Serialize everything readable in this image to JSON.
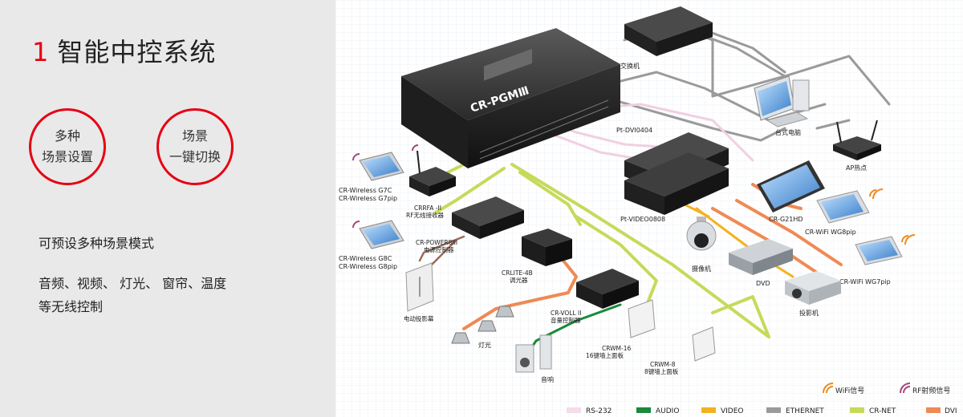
{
  "heading": {
    "number": "1",
    "text": "智能中控系统"
  },
  "features": [
    {
      "line1": "多种",
      "line2": "场景设置"
    },
    {
      "line1": "场景",
      "line2": "一键切换"
    }
  ],
  "description": {
    "line1": "可预设多种场景模式",
    "line2": "音频、视频、 灯光、 窗帘、温度",
    "line3": "等无线控制"
  },
  "devices": {
    "main_unit": "CR-PGMⅢ",
    "switch": "交换机",
    "desktop": "台式电脑",
    "ap": "AP热点",
    "dvi_matrix": "Pt-DVI0404",
    "video_matrix": "Pt-VIDEO0808",
    "g21hd": "CR-G21HD",
    "wifi_wg8pip": "CR-WiFi WG8pip",
    "wifi_wg7pip": "CR-WiFi WG7pip",
    "camera": "摄像机",
    "dvd": "DVD",
    "projector": "投影机",
    "wireless_g7c_1": "CR-Wireless G7C",
    "wireless_g7c_2": "CR-Wireless G7pip",
    "rf_receiver_1": "CRRFA -II",
    "rf_receiver_2": "RF无线接收器",
    "wireless_g8c_1": "CR-Wireless G8C",
    "wireless_g8c_2": "CR-Wireless G8pip",
    "power_1": "CR-POWER8III",
    "power_2": "电源控制器",
    "dimmer_1": "CRLITE-4B",
    "dimmer_2": "调光器",
    "screen": "电动投影幕",
    "volume_1": "CR-VOLL II",
    "volume_2": "音量控制器",
    "lights": "灯光",
    "speakers": "音响",
    "crwm16_1": "CRWM-16",
    "crwm16_2": "16键墙上面板",
    "crwm8_1": "CRWM-8",
    "crwm8_2": "8键墙上面板"
  },
  "signals": {
    "wifi": "WiFi信号",
    "rf": "RF射频信号"
  },
  "legend": [
    {
      "label": "RS-232",
      "color": "#f4dcea"
    },
    {
      "label": "AUDIO",
      "color": "#1a8a3a"
    },
    {
      "label": "VIDEO",
      "color": "#f3b21d"
    },
    {
      "label": "ETHERNET",
      "color": "#9a9a9a"
    },
    {
      "label": "CR-NET",
      "color": "#c6da5a"
    },
    {
      "label": "DVI",
      "color": "#ef8a55"
    }
  ],
  "colors": {
    "accent": "#e60012",
    "wifi_icon": "#f08a1c",
    "rf_icon": "#a0467a"
  }
}
